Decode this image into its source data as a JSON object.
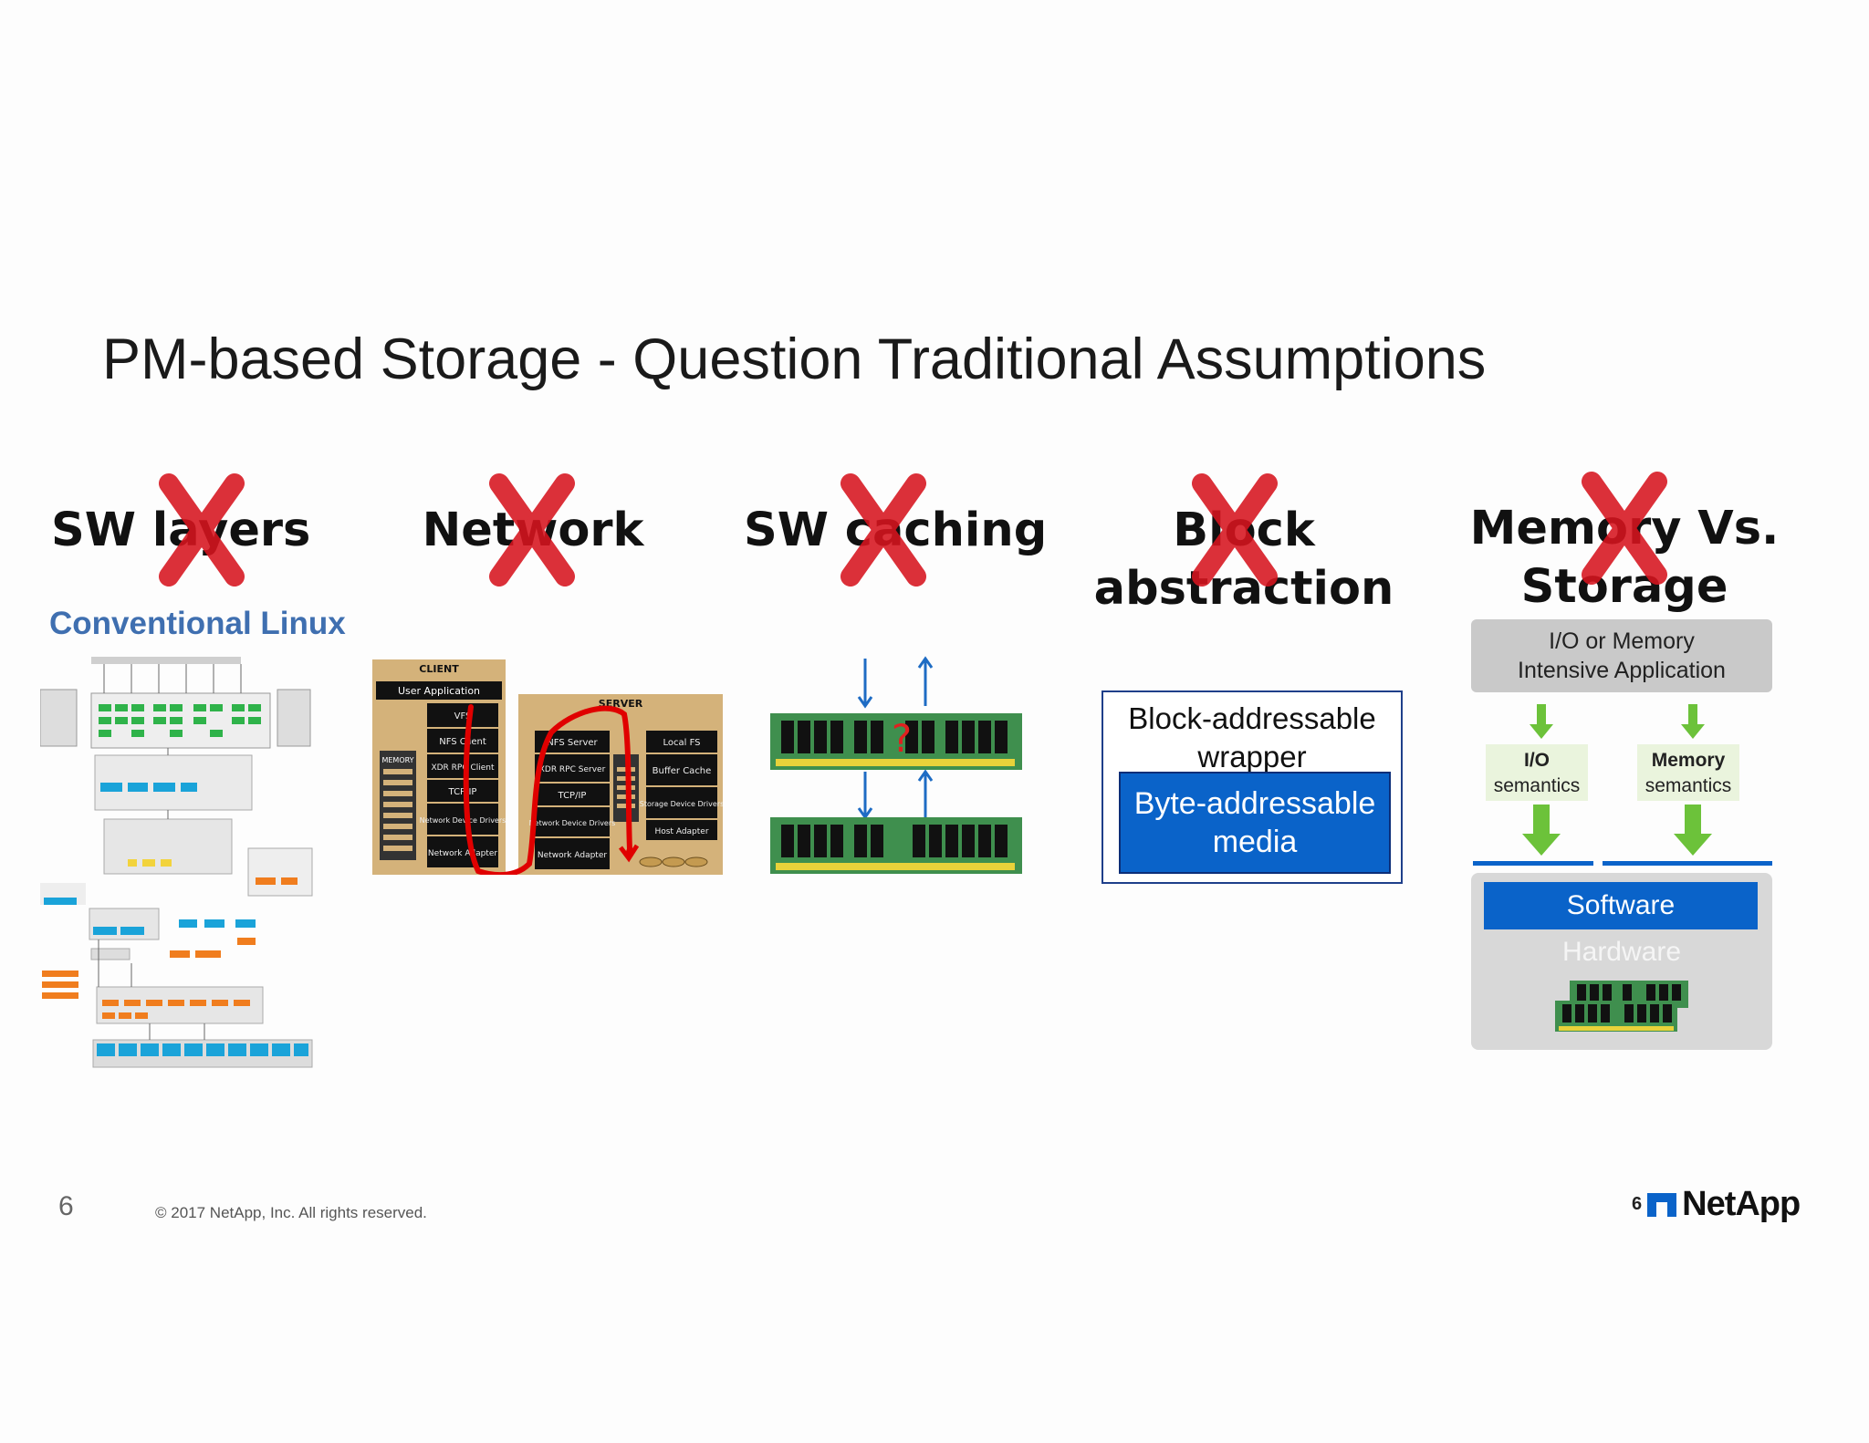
{
  "title": "PM-based Storage - Question Traditional Assumptions",
  "columns": {
    "sw_layers": "SW layers",
    "network": "Network",
    "sw_caching": "SW caching",
    "block_line1": "Block",
    "block_line2": "abstraction",
    "mem_line1": "Memory Vs.",
    "mem_line2": "Storage"
  },
  "linux": {
    "heading": "Conventional Linux"
  },
  "network_diagram": {
    "client_label": "CLIENT",
    "server_label": "SERVER",
    "user_app": "User Application",
    "client_stack": [
      "VFS",
      "NFS Client",
      "XDR RPC Client",
      "TCP/IP",
      "Network Device Drivers",
      "Network Adapter"
    ],
    "server_stack": [
      "NFS Server",
      "XDR RPC Server",
      "TCP/IP",
      "Network Device Drivers",
      "Network Adapter"
    ],
    "server_right": [
      "Local FS",
      "Buffer Cache",
      "Storage Device Drivers",
      "Host Adapter"
    ],
    "memory": "MEMORY"
  },
  "caching": {
    "question_mark": "?"
  },
  "block": {
    "wrapper_line1": "Block-addressable",
    "wrapper_line2": "wrapper",
    "media_line1": "Byte-addressable",
    "media_line2": "media"
  },
  "memstorage": {
    "app_line1": "I/O or Memory",
    "app_line2": "Intensive Application",
    "io_line1": "I/O",
    "io_line2": "semantics",
    "mem_line1": "Memory",
    "mem_line2": "semantics",
    "software": "Software",
    "hardware": "Hardware"
  },
  "footer": {
    "page_number": "6",
    "copyright": "© 2017 NetApp, Inc. All rights reserved.",
    "logo_number": "6",
    "logo_text": "NetApp"
  },
  "colors": {
    "x_red": "#d7141e",
    "blue": "#0a63c9",
    "ram_green": "#3f8f4e",
    "arrow_green": "#6cc23a"
  }
}
